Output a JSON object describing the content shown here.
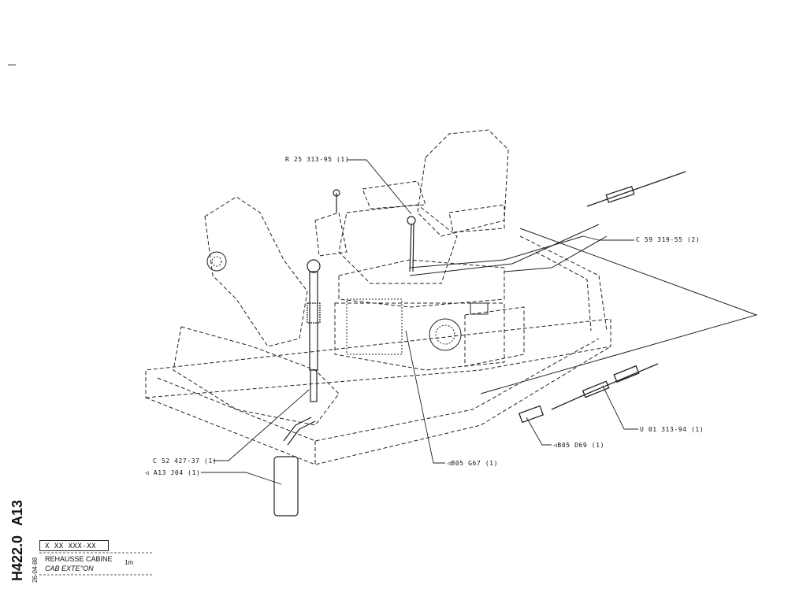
{
  "callouts": {
    "r25": "R 25 313-95 (1)",
    "c59": "C 59 319-55 (2)",
    "u01": "U 01 313-94 (1)",
    "b05d69": "◁B05 D69 (1)",
    "b05g67": "◁B05 G67 (1)",
    "c52": "C 52 427-37 (1)",
    "a13j04": "◁ A13 J04 (1)"
  },
  "side_code": {
    "part_a": "A13",
    "part_b": "H422.0",
    "date": "26-04-88"
  },
  "title_block": {
    "code": "X XX XXX-XX",
    "title_fr": "REHAUSSE CABINE",
    "title_en": "CAB EXTE’’ON",
    "size": "1m"
  }
}
